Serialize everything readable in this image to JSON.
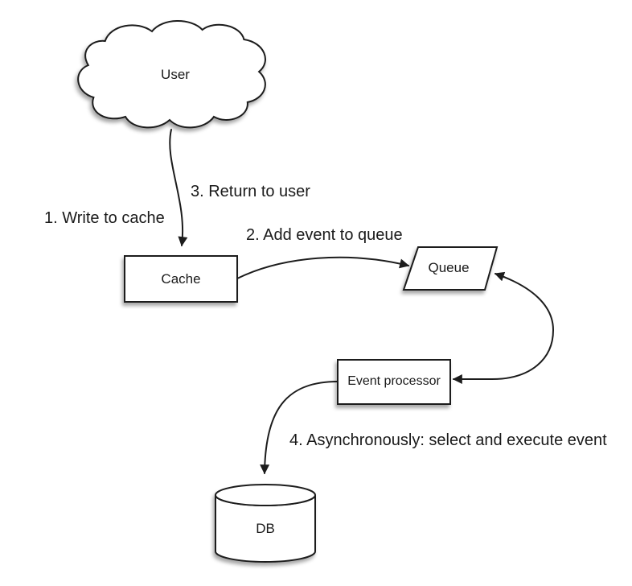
{
  "colors": {
    "background": "#ffffff",
    "stroke": "#1c1c1c",
    "fill": "#ffffff",
    "text": "#1a1a1a"
  },
  "diagram": {
    "nodes": [
      {
        "id": "user",
        "shape": "cloud",
        "label": "User"
      },
      {
        "id": "cache",
        "shape": "rectangle",
        "label": "Cache"
      },
      {
        "id": "queue",
        "shape": "parallelogram",
        "label": "Queue"
      },
      {
        "id": "event-processor",
        "shape": "rectangle",
        "label": "Event processor"
      },
      {
        "id": "db",
        "shape": "cylinder",
        "label": "DB"
      }
    ],
    "annotations": [
      {
        "step": 1,
        "text": "1. Write to cache"
      },
      {
        "step": 2,
        "text": "2. Add event to queue"
      },
      {
        "step": 3,
        "text": "3. Return to user"
      },
      {
        "step": 4,
        "text": "4. Asynchronously: select and execute event"
      }
    ],
    "edges": [
      {
        "from": "user",
        "to": "cache",
        "arrow": "end",
        "labels": [
          "1. Write to cache",
          "3. Return to user"
        ]
      },
      {
        "from": "cache",
        "to": "queue",
        "arrow": "end",
        "labels": [
          "2. Add event to queue"
        ]
      },
      {
        "from": "queue",
        "to": "event-processor",
        "arrow": "both",
        "labels": []
      },
      {
        "from": "event-processor",
        "to": "db",
        "arrow": "end",
        "labels": [
          "4. Asynchronously: select and execute event"
        ]
      }
    ]
  }
}
